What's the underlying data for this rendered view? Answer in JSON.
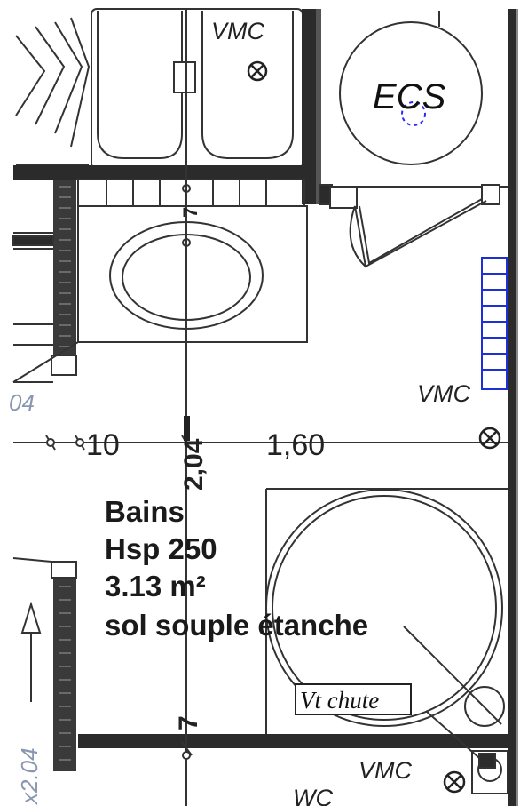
{
  "vmc_labels": [
    "VMC",
    "VMC",
    "VMC"
  ],
  "ecs_label": "ECS",
  "dimensions": {
    "horizontal_left": "10",
    "horizontal_main": "1,60",
    "vertical_main": "2,04"
  },
  "room": {
    "name": "Bains",
    "height": "Hsp 250",
    "area": "3.13 m²",
    "floor": "sol souple étanche"
  },
  "vt_chute_label": "Vt chute",
  "wc_label": "WC",
  "partial_labels": {
    "left_04": "04",
    "bottom_left": "x2.04"
  },
  "colors": {
    "wall": "#2b2b2b",
    "hatch": "#7a7a7a",
    "radiator": "#1f2fd6",
    "grey_text": "#8a97b0"
  }
}
